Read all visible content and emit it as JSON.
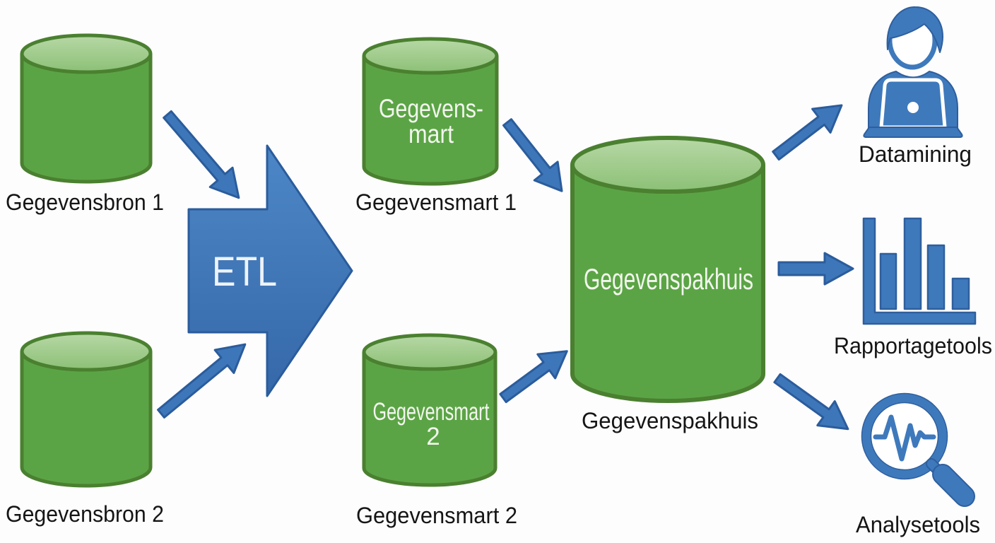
{
  "diagram": {
    "type": "data-warehouse-etl-flow",
    "background_color": "#fdfdfd",
    "colors": {
      "cylinder_fill": "#5ba445",
      "cylinder_top_fill": "#9fcb8b",
      "cylinder_stroke": "#4a8030",
      "arrow_fill": "#3d77b9",
      "arrow_stroke": "#2b5c9c",
      "icon_blue": "#3e79bc",
      "label_text": "#151515",
      "inner_text": "#f2f6ee"
    },
    "sources": {
      "source1_label": "Gegevensbron 1",
      "source2_label": "Gegevensbron 2"
    },
    "etl": {
      "label": "ETL"
    },
    "marts": {
      "mart1_inner_line1": "Gegevens-",
      "mart1_inner_line2": "mart",
      "mart1_label": "Gegevensmart 1",
      "mart2_inner_line1": "Gegevensmart",
      "mart2_inner_line2": "2",
      "mart2_label": "Gegevensmart 2"
    },
    "warehouse": {
      "inner_label": "Gegevenspakhuis",
      "label": "Gegevenspakhuis"
    },
    "consumers": [
      {
        "label": "Datamining",
        "icon": "person-laptop-icon"
      },
      {
        "label": "Rapportagetools",
        "icon": "bar-chart-icon"
      },
      {
        "label": "Analysetools",
        "icon": "magnifier-pulse-icon"
      }
    ]
  }
}
